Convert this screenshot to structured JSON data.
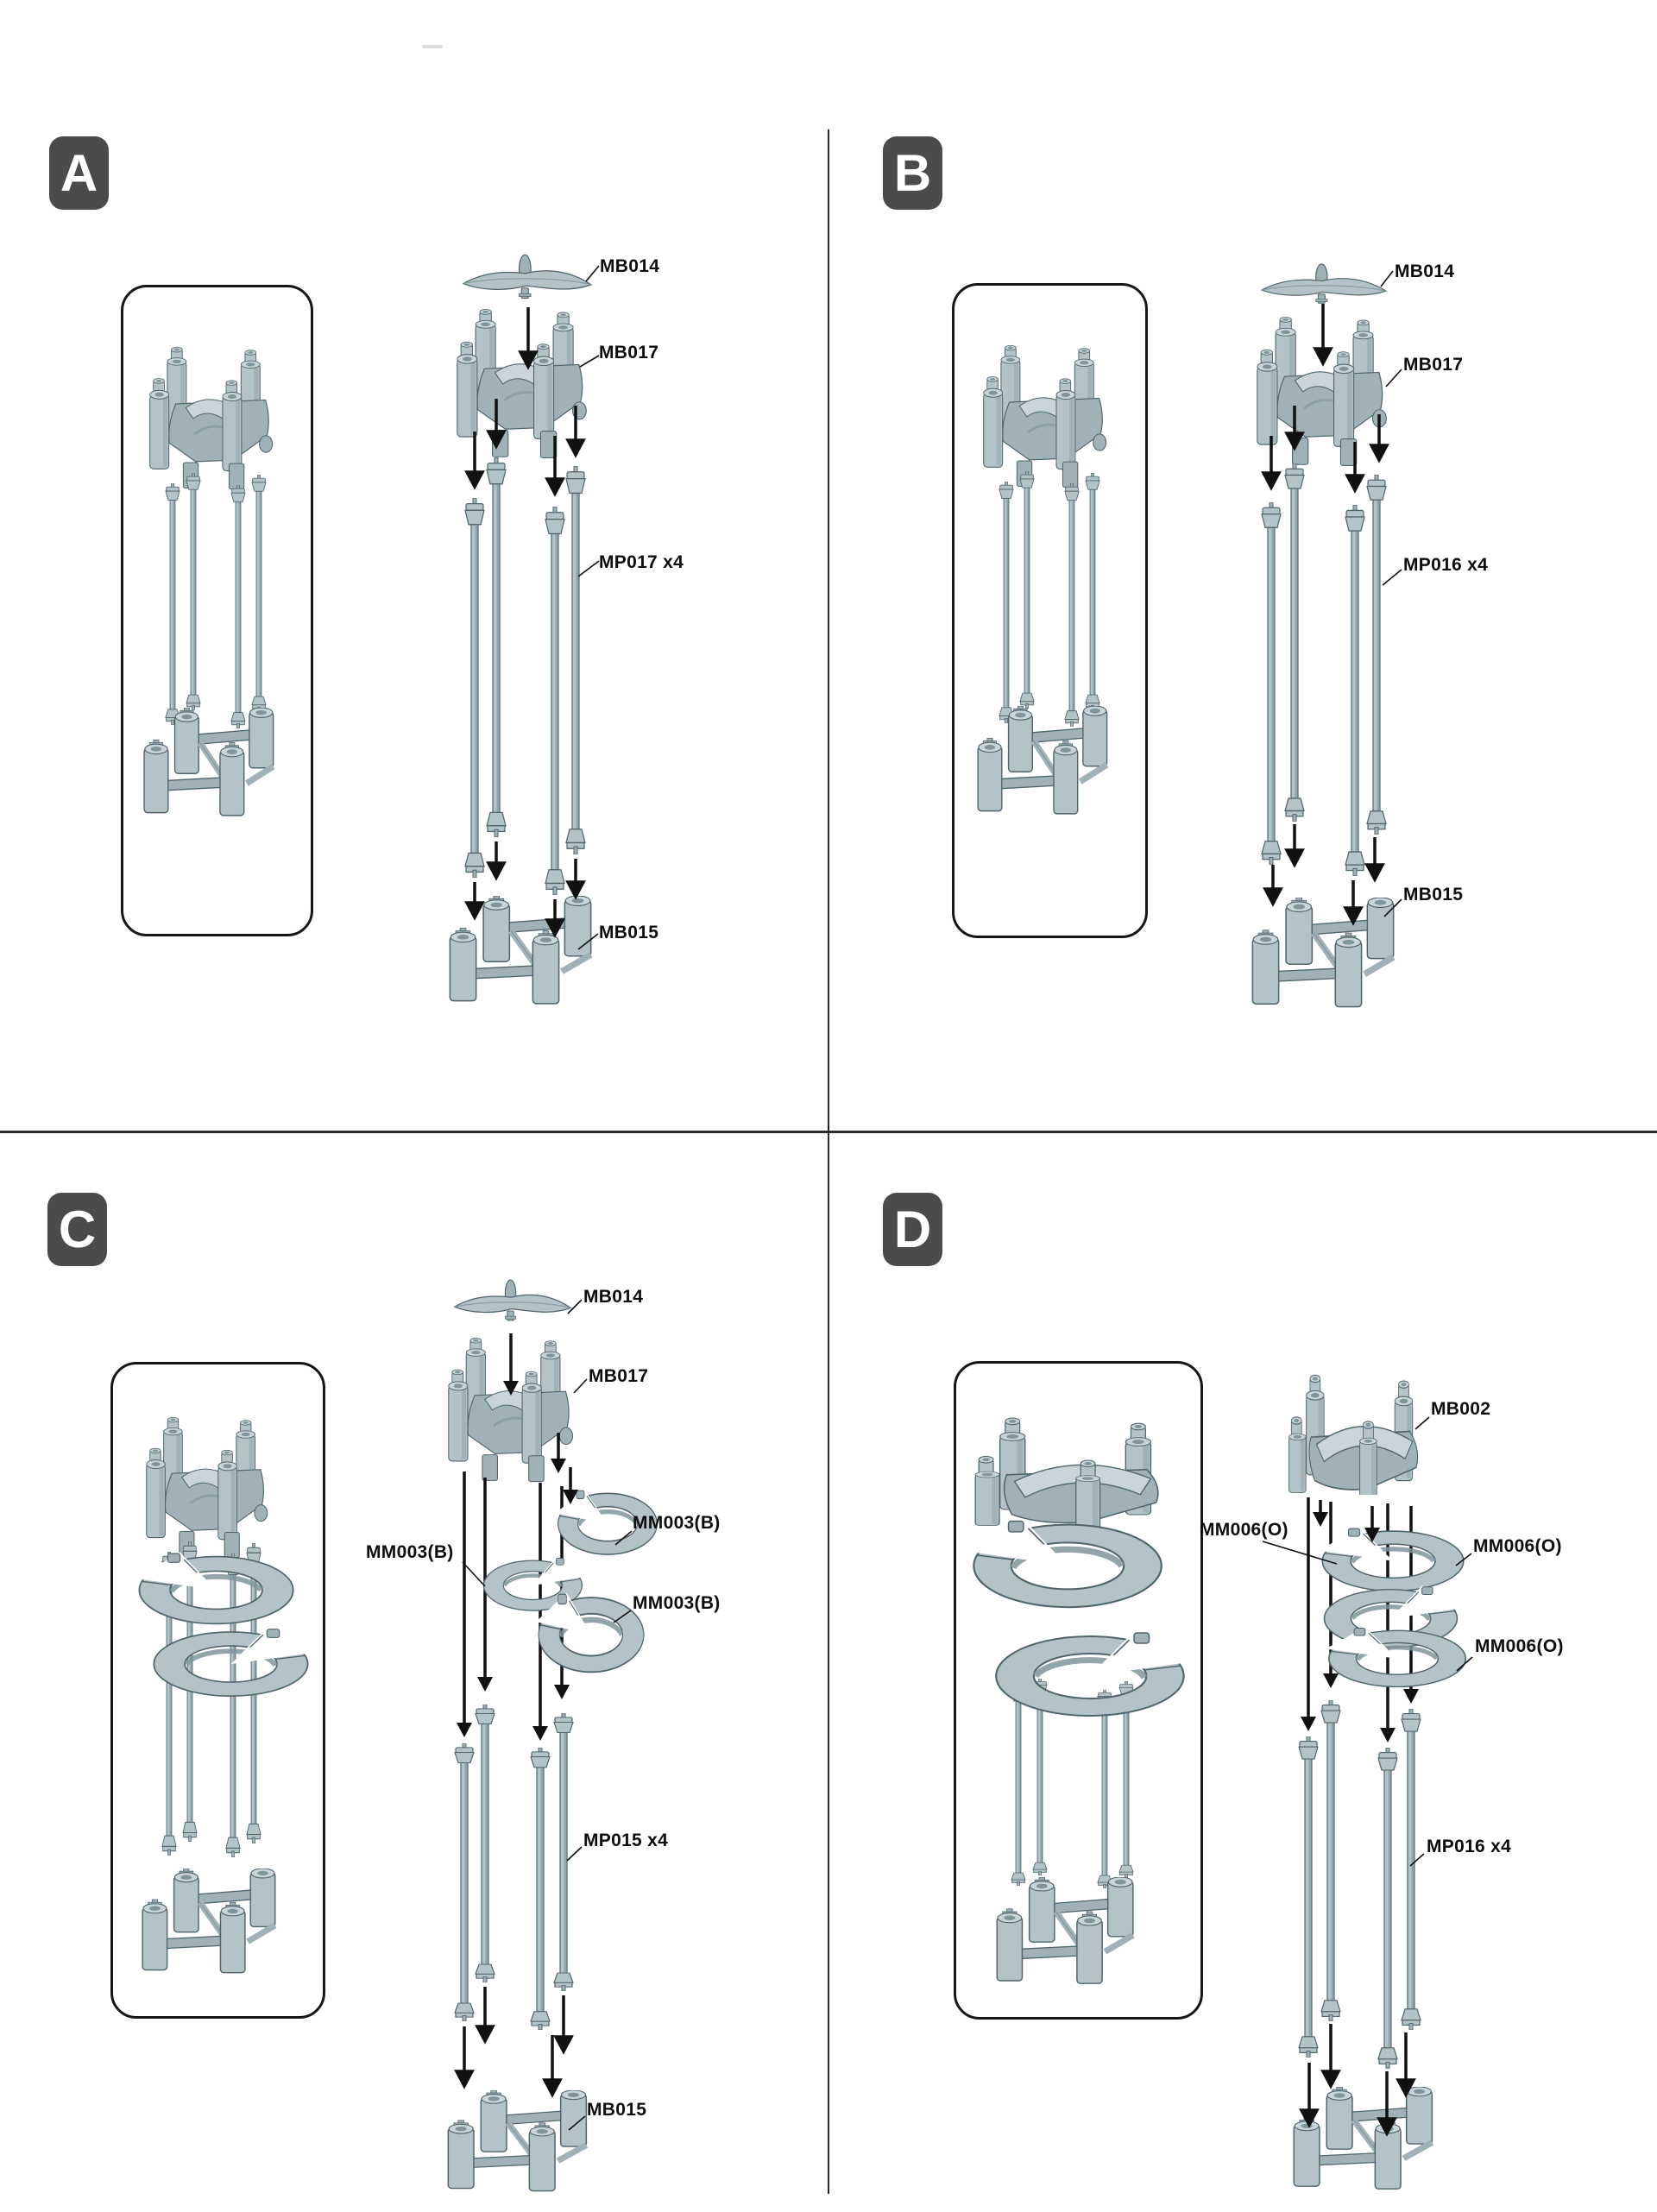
{
  "panels": {
    "a": {
      "badge": "A",
      "labels": {
        "mb014": "MB014",
        "mb017": "MB017",
        "mp017x4": "MP017 x4",
        "mb015": "MB015"
      }
    },
    "b": {
      "badge": "B",
      "labels": {
        "mb014": "MB014",
        "mb017": "MB017",
        "mp016x4": "MP016 x4",
        "mb015": "MB015"
      }
    },
    "c": {
      "badge": "C",
      "labels": {
        "mb014": "MB014",
        "mb017": "MB017",
        "mm003b_1": "MM003(B)",
        "mm003b_2": "MM003(B)",
        "mm003b_3": "MM003(B)",
        "mp015x4": "MP015 x4",
        "mb015": "MB015"
      }
    },
    "d": {
      "badge": "D",
      "labels": {
        "mb002": "MB002",
        "mm006o_1": "MM006(O)",
        "mm006o_2": "MM006(O)",
        "mm006o_3": "MM006(O)",
        "mp016x4": "MP016 x4"
      }
    },
    "colors": {
      "part_light": "#b4c3c7",
      "part_mid": "#a0b2b8",
      "part_shade": "#7f959c",
      "part_top": "#c9d5d8",
      "outline": "#4f656c",
      "arrow": "#111111",
      "badge_bg": "#4b4b4d",
      "badge_text": "#ffffff",
      "label_text": "#0d0d0d"
    }
  }
}
